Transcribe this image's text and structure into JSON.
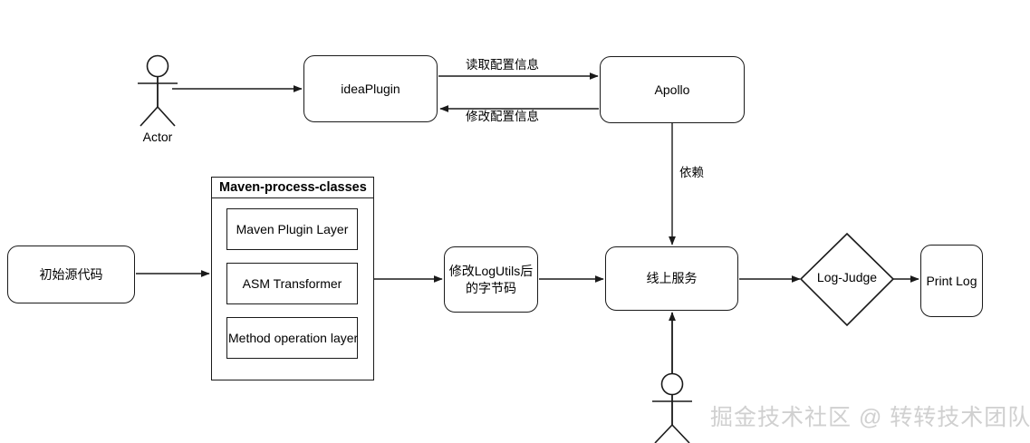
{
  "diagram": {
    "title": "Maven process classes bytecode instrumentation flow",
    "background_color": "#ffffff",
    "stroke_color": "#1a1a1a",
    "text_color": "#000000",
    "watermark_color": "#d0d0d0"
  },
  "nodes": {
    "actor_top": {
      "label": "Actor",
      "shape": "actor"
    },
    "idea_plugin": {
      "label": "ideaPlugin",
      "shape": "rounded-rect"
    },
    "apollo": {
      "label": "Apollo",
      "shape": "rounded-rect"
    },
    "source_code": {
      "label": "初始源代码",
      "shape": "rounded-rect"
    },
    "maven_group": {
      "label": "Maven-process-classes",
      "shape": "group"
    },
    "maven_plugin_layer": {
      "label": "Maven Plugin Layer",
      "shape": "rect"
    },
    "asm_transformer": {
      "label": "ASM Transformer",
      "shape": "rect"
    },
    "method_operation_layer": {
      "label": "Method operation layer",
      "shape": "rect"
    },
    "bytecode": {
      "label_line1": "修改LogUtils后",
      "label_line2": "的字节码",
      "shape": "rounded-rect"
    },
    "online_service": {
      "label": "线上服务",
      "shape": "rounded-rect"
    },
    "log_judge": {
      "label": "Log-Judge",
      "shape": "diamond"
    },
    "print_log": {
      "label": "Print Log",
      "shape": "rounded-rect"
    },
    "actor_bottom": {
      "label": "",
      "shape": "actor"
    }
  },
  "edge_labels": {
    "read_config": "读取配置信息",
    "modify_config": "修改配置信息",
    "dependency": "依赖"
  },
  "watermark": {
    "text": "掘金技术社区 @ 转转技术团队"
  }
}
